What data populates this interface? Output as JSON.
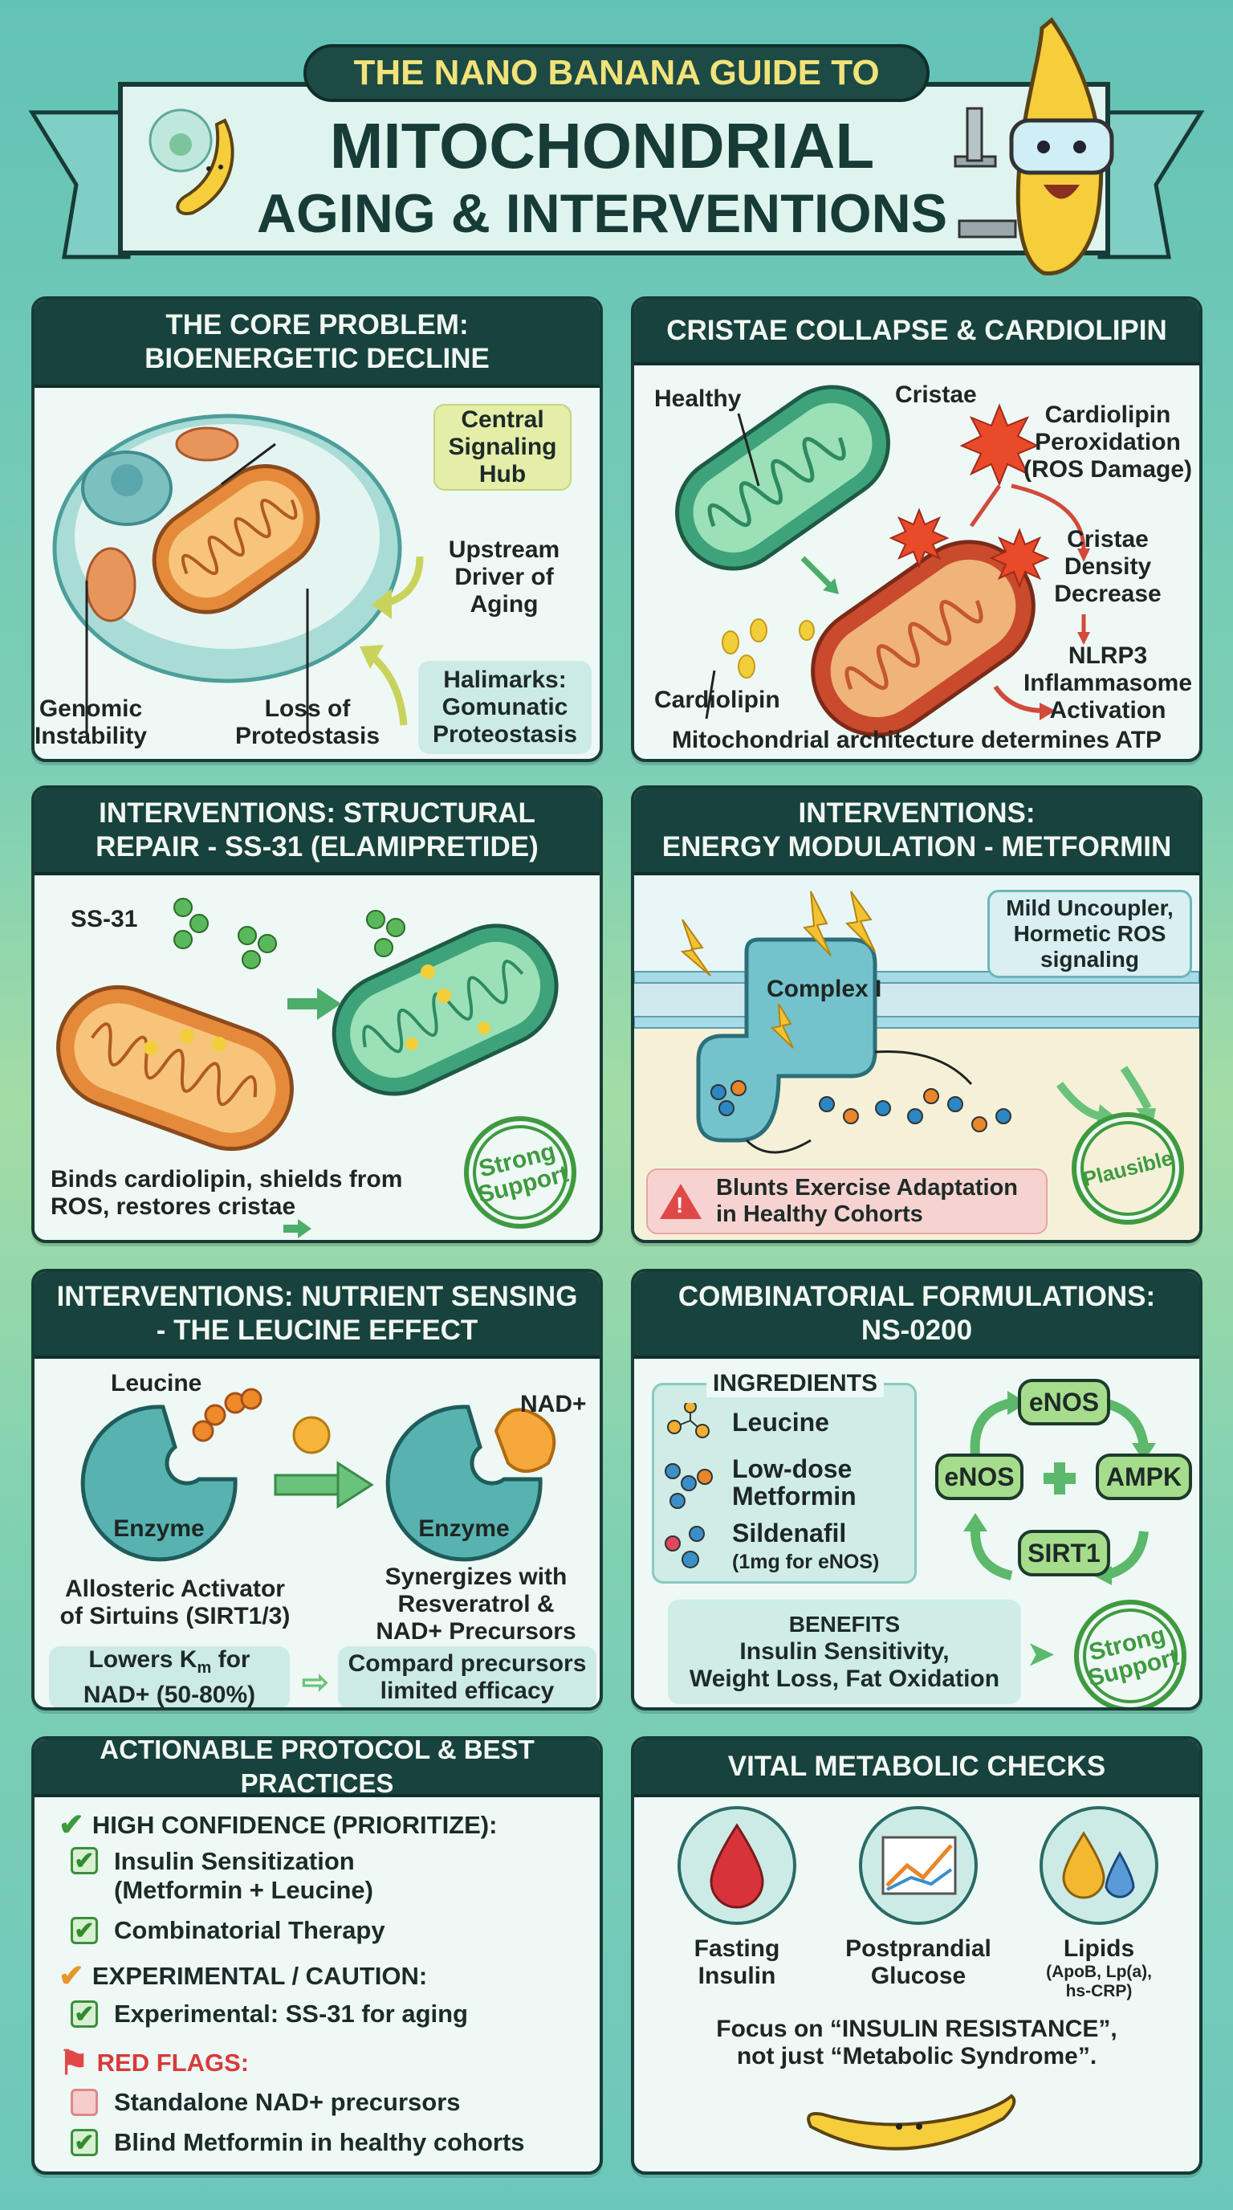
{
  "header": {
    "kicker": "THE NANO BANANA GUIDE TO",
    "title_line1": "MITOCHONDRIAL",
    "title_line2": "AGING & INTERVENTIONS"
  },
  "core": {
    "title1": "THE CORE PROBLEM:",
    "title2": "BIOENERGETIC DECLINE",
    "hub": [
      "Central",
      "Signaling",
      "Hub"
    ],
    "driver": [
      "Upstream",
      "Driver of",
      "Aging"
    ],
    "hallmarks": [
      "Halimarks:",
      "Gomunatic",
      "Proteostasis"
    ],
    "genomic": [
      "Genomic",
      "Instability"
    ],
    "loss": [
      "Loss of",
      "Proteostasis"
    ]
  },
  "cristae": {
    "title": "CRISTAE COLLAPSE & CARDIOLIPIN",
    "healthy": "Healthy",
    "cristae": "Cristae",
    "peroxidation": [
      "Cardiolipin",
      "Peroxidation",
      "(ROS Damage)"
    ],
    "density": [
      "Cristae",
      "Density",
      "Decrease"
    ],
    "nlrp3": [
      "NLRP3",
      "Inflammasome",
      "Activation"
    ],
    "cardiolipin": "Cardiolipin",
    "footer": "Mitochondrial architecture determines ATP"
  },
  "ss31": {
    "title1": "INTERVENTIONS: STRUCTURAL",
    "title2": "REPAIR - SS-31 (ELAMIPRETIDE)",
    "label": "SS-31",
    "footer1": "Binds cardiolipin, shields from",
    "footer2": "ROS, restores cristae",
    "stamp1": "Strong",
    "stamp2": "Support"
  },
  "metformin": {
    "title1": "INTERVENTIONS:",
    "title2": "ENERGY MODULATION - METFORMIN",
    "complex": "Complex I",
    "callout1": "Mild Uncoupler,",
    "callout2": "Hormetic ROS",
    "callout3": "signaling",
    "warning1": "Blunts Exercise Adaptation",
    "warning2": "in Healthy Cohorts",
    "stamp": "Plausible"
  },
  "leucine": {
    "title1": "INTERVENTIONS: NUTRIENT SENSING",
    "title2": "- THE LEUCINE EFFECT",
    "leucine": "Leucine",
    "nad": "NAD+",
    "enzyme": "Enzyme",
    "allosteric1": "Allosteric Activator",
    "allosteric2": "of Sirtuins (SIRT1/3)",
    "synergy1": "Synergizes with",
    "synergy2": "Resveratrol &",
    "synergy3": "NAD+ Precursors",
    "km1a": "Lowers K",
    "km1sub": "m",
    "km1b": " for",
    "km2": "NAD+ (50-80%)",
    "comp1": "Compard precursors",
    "comp2": "limited efficacy"
  },
  "ns0200": {
    "title1": "COMBINATORIAL FORMULATIONS:",
    "title2": "NS-0200",
    "ingredients_title": "INGREDIENTS",
    "ingredients": [
      "Leucine",
      "Low-dose",
      "Metformin",
      "Sildenafil",
      "(1mg for eNOS)"
    ],
    "cycle": [
      "eNOS",
      "AMPK",
      "SIRT1",
      "eNOS"
    ],
    "benefits_title": "BENEFITS",
    "benefits1": "Insulin Sensitivity,",
    "benefits2": "Weight Loss, Fat Oxidation",
    "stamp1": "Strong",
    "stamp2": "Support"
  },
  "protocol": {
    "title": "ACTIONABLE PROTOCOL & BEST PRACTICES",
    "high": "HIGH CONFIDENCE (PRIORITIZE):",
    "items_high": [
      "Insulin Sensitization",
      "(Metformin + Leucine)",
      "Combinatorial Therapy"
    ],
    "experimental": "EXPERIMENTAL / CAUTION:",
    "items_exp": [
      "Experimental: SS-31 for aging"
    ],
    "red": "RED FLAGS:",
    "items_red": [
      "Standalone NAD+ precursors",
      "Blind Metformin in healthy cohorts"
    ]
  },
  "checks": {
    "title": "VITAL METABOLIC CHECKS",
    "items": [
      {
        "l1": "Fasting",
        "l2": "Insulin"
      },
      {
        "l1": "Postprandial",
        "l2": "Glucose"
      },
      {
        "l1": "Lipids",
        "l2": "(ApoB, Lp(a),",
        "l3": "hs-CRP)"
      }
    ],
    "focus1": "Focus on “INSULIN RESISTANCE”,",
    "focus2": "not just “Metabolic Syndrome”."
  },
  "colors": {
    "panel_header": "#17423d",
    "panel_body": "#eef8f5",
    "accent_green": "#3f9a3f",
    "warning_red": "#e04848",
    "title_yellow": "#f2e27a"
  }
}
